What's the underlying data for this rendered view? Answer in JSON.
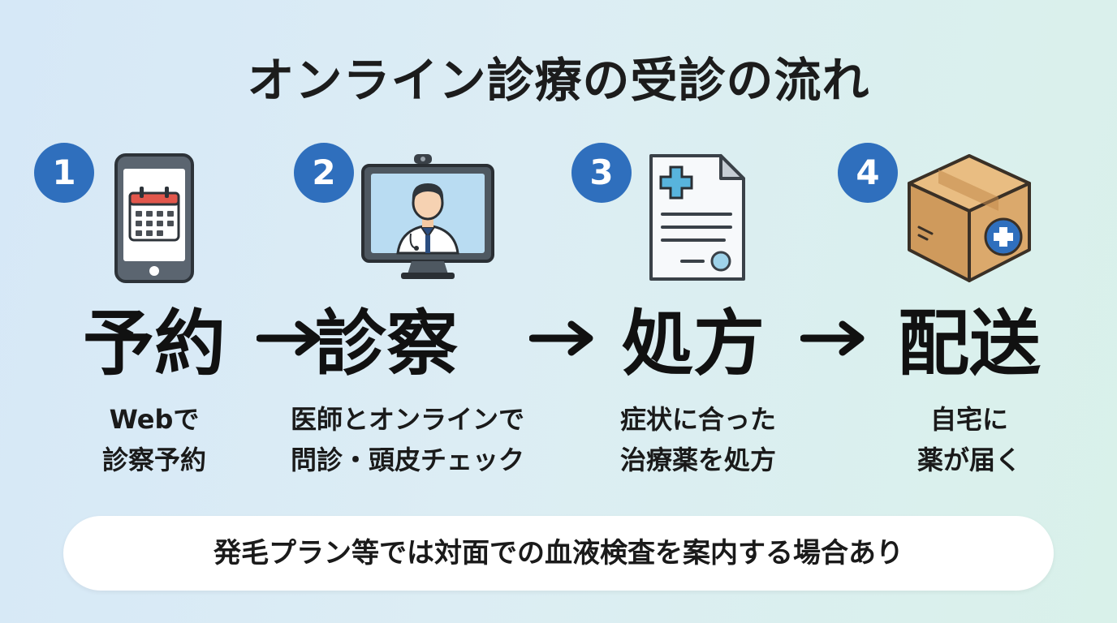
{
  "title": "オンライン診療の受診の流れ",
  "colors": {
    "badge": "#2f6fbd",
    "arrow": "#111111",
    "note_bg": "#ffffff"
  },
  "steps": [
    {
      "number": "1",
      "heading": "予約",
      "desc_lines": [
        "Webで",
        "診察予約"
      ],
      "icon": "smartphone-calendar-icon"
    },
    {
      "number": "2",
      "heading": "診察",
      "desc_lines": [
        "医師とオンラインで",
        "問診・頭皮チェック"
      ],
      "icon": "monitor-doctor-icon"
    },
    {
      "number": "3",
      "heading": "処方",
      "desc_lines": [
        "症状に合った",
        "治療薬を処方"
      ],
      "icon": "prescription-document-icon"
    },
    {
      "number": "4",
      "heading": "配送",
      "desc_lines": [
        "自宅に",
        "薬が届く"
      ],
      "icon": "medical-package-box-icon"
    }
  ],
  "note": "発毛プラン等では対面での血液検査を案内する場合あり"
}
